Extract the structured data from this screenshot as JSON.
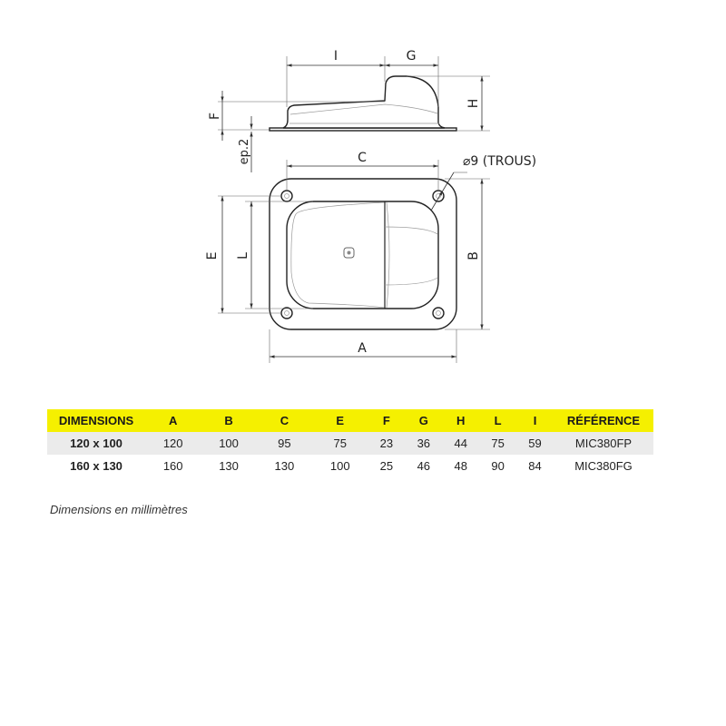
{
  "drawing": {
    "labels": {
      "I": "I",
      "G": "G",
      "H": "H",
      "F": "F",
      "ep": "ep.2",
      "C": "C",
      "hole": "⌀9 (TROUS)",
      "E": "E",
      "L": "L",
      "B": "B",
      "A": "A"
    }
  },
  "table": {
    "headers": [
      "DIMENSIONS",
      "A",
      "B",
      "C",
      "E",
      "F",
      "G",
      "H",
      "L",
      "I",
      "RÉFÉRENCE"
    ],
    "rows": [
      [
        "120 x 100",
        "120",
        "100",
        "95",
        "75",
        "23",
        "36",
        "44",
        "75",
        "59",
        "MIC380FP"
      ],
      [
        "160 x 130",
        "160",
        "130",
        "130",
        "100",
        "25",
        "46",
        "48",
        "90",
        "84",
        "MIC380FG"
      ]
    ],
    "header_color": "#f5f000",
    "row_color": "#ebebeb"
  },
  "note": "Dimensions en millimètres"
}
